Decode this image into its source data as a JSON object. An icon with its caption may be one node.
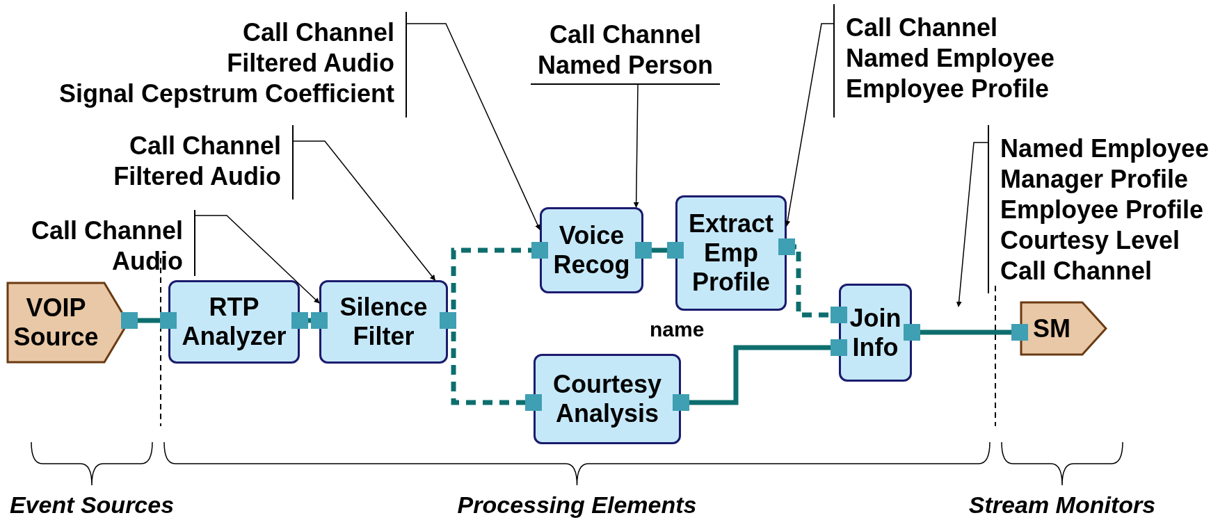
{
  "diagram": {
    "nodes": [
      {
        "text": [
          "VOIP Source"
        ]
      },
      {
        "text": [
          "RTP Analyzer"
        ]
      },
      {
        "text": [
          "Silence Filter"
        ]
      },
      {
        "text": [
          "Voice Recog"
        ]
      },
      {
        "text": [
          "Extract Emp Profile"
        ]
      },
      {
        "text": [
          "Courtesy Analysis"
        ]
      },
      {
        "text": [
          "Join Info"
        ]
      },
      {
        "text": [
          "SM"
        ]
      },
      {
        "text": [
          "Call Channel",
          "Audio"
        ]
      },
      {
        "text": [
          "Call Channel",
          "Filtered Audio"
        ]
      },
      {
        "text": [
          "Call Channel",
          "Filtered Audio",
          "Signal Cepstrum Coefficient"
        ]
      },
      {
        "text": [
          "Call Channel",
          "Named Person"
        ]
      },
      {
        "text": [
          "Call Channel",
          "Named Employee",
          "Employee Profile"
        ]
      },
      {
        "text": [
          "Named Employee",
          "Manager Profile",
          "Employee Profile",
          "Courtesy Level",
          "Call Channel"
        ]
      }
    ],
    "edges": [
      {
        "from": 0,
        "to": 1,
        "arrow": "other"
      },
      {
        "from": 1,
        "to": 2,
        "arrow": "other"
      },
      {
        "from": 2,
        "to": 3,
        "arrow": "other",
        "style": "dashed"
      },
      {
        "from": 2,
        "to": 5,
        "arrow": "other",
        "style": "dashed"
      },
      {
        "from": 3,
        "to": 4,
        "arrow": "other"
      },
      {
        "from": 4,
        "to": 6,
        "arrow": "other",
        "style": "dashed"
      },
      {
        "from": 5,
        "to": 6,
        "arrow": "other"
      },
      {
        "from": 6,
        "to": 7,
        "arrow": "other"
      },
      {
        "from": 8,
        "to": 2,
        "arrow": "to",
        "color": "#000000"
      },
      {
        "from": 9,
        "to": 2,
        "arrow": "to",
        "color": "#000000"
      },
      {
        "from": 10,
        "to": 3,
        "arrow": "to",
        "color": "#000000"
      },
      {
        "from": 11,
        "to": 3,
        "arrow": "to",
        "color": "#000000"
      },
      {
        "from": 12,
        "to": 4,
        "arrow": "to",
        "color": "#000000"
      },
      {
        "from": 13,
        "to": null,
        "arrow": "to",
        "color": "#000000"
      }
    ],
    "labels": [
      "name",
      "Event Sources",
      "Processing Elements",
      "Stream Monitors"
    ]
  }
}
